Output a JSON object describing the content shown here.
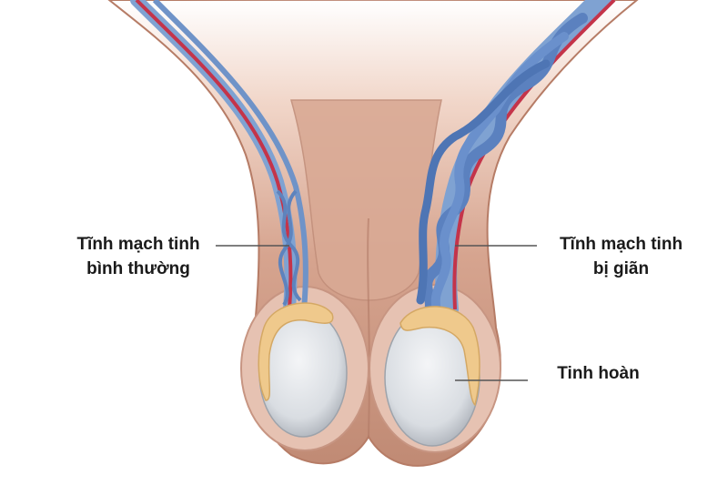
{
  "labels": {
    "normal_vein": {
      "line1": "Tĩnh mạch tinh",
      "line2": "bình thường"
    },
    "dilated_vein": {
      "line1": "Tĩnh mạch tinh",
      "line2": "bị giãn"
    },
    "testis": "Tinh hoàn"
  },
  "colors": {
    "skin": "#d8a894",
    "skin_dark": "#b87f6a",
    "vein": "#6f93c8",
    "artery": "#c4344a",
    "epididymis": "#efc98c",
    "testis": "#dfe2e6"
  }
}
